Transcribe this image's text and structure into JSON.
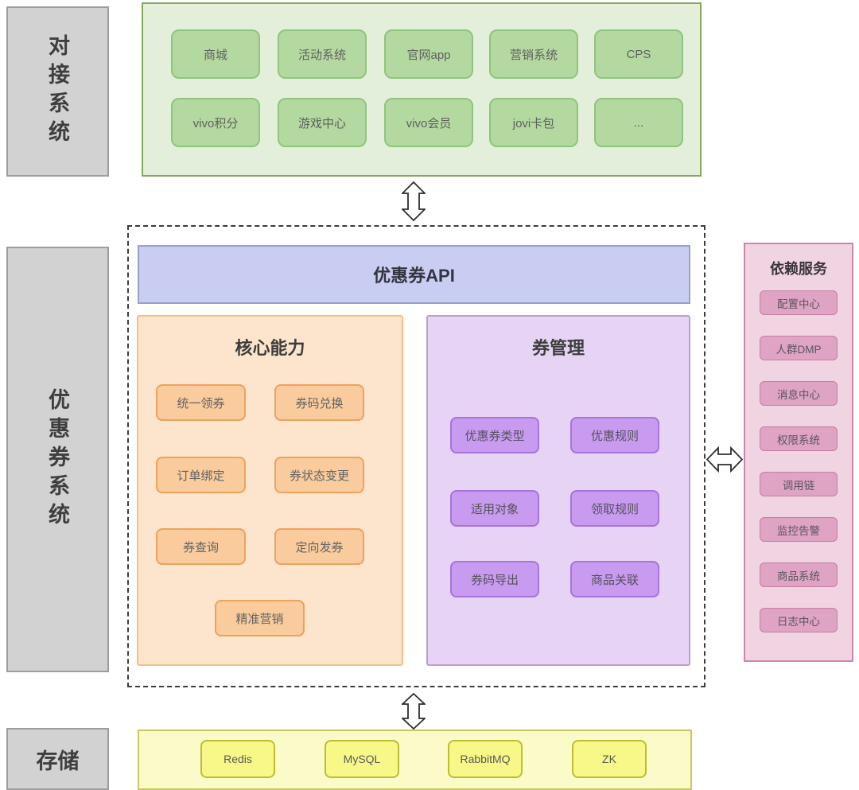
{
  "sections": {
    "connected": {
      "label": "对接系统",
      "items": [
        "商城",
        "活动系统",
        "官网app",
        "营销系统",
        "CPS",
        "vivo积分",
        "游戏中心",
        "vivo会员",
        "jovi卡包",
        "..."
      ]
    },
    "coupon_system": {
      "label": "优惠券系统",
      "api_title": "优惠券API",
      "core": {
        "title": "核心能力",
        "items": [
          "统一领券",
          "券码兑换",
          "订单绑定",
          "券状态变更",
          "券查询",
          "定向发券",
          "精准营销"
        ]
      },
      "management": {
        "title": "券管理",
        "items": [
          "优惠券类型",
          "优惠规则",
          "适用对象",
          "领取规则",
          "券码导出",
          "商品关联"
        ]
      }
    },
    "dependencies": {
      "title": "依赖服务",
      "items": [
        "配置中心",
        "人群DMP",
        "消息中心",
        "权限系统",
        "调用链",
        "监控告警",
        "商品系统",
        "日志中心"
      ]
    },
    "storage": {
      "label": "存储",
      "items": [
        "Redis",
        "MySQL",
        "RabbitMQ",
        "ZK"
      ]
    }
  },
  "colors": {
    "green_panel_bg": "#e3efdb",
    "green_box_bg": "#b4d9a0",
    "blue_header_bg": "#c9cdf2",
    "orange_panel_bg": "#fce5cc",
    "orange_btn_bg": "#f9cb9d",
    "purple_panel_bg": "#e7d4f5",
    "purple_btn_bg": "#c89bf0",
    "pink_panel_bg": "#f1d4e1",
    "pink_btn_bg": "#dfa3c3",
    "yellow_panel_bg": "#fbfbc9",
    "yellow_btn_bg": "#f8f888",
    "gray_label_bg": "#d2d2d2"
  }
}
